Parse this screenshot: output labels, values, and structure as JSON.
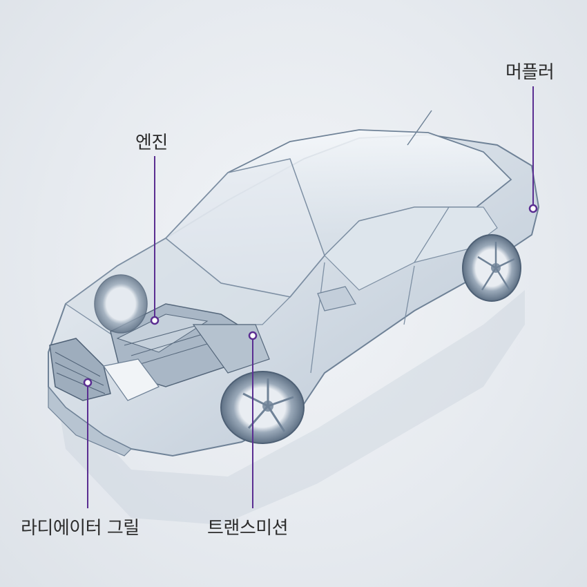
{
  "callouts": {
    "muffler": "머플러",
    "engine": "엔진",
    "radiator_grille": "라디에이터 그릴",
    "transmission": "트랜스미션"
  },
  "colors": {
    "callout_line": "#5a2d91",
    "label_text": "#2b2b2b",
    "car_body": "#c7d2de",
    "car_outline": "#6f8297"
  }
}
